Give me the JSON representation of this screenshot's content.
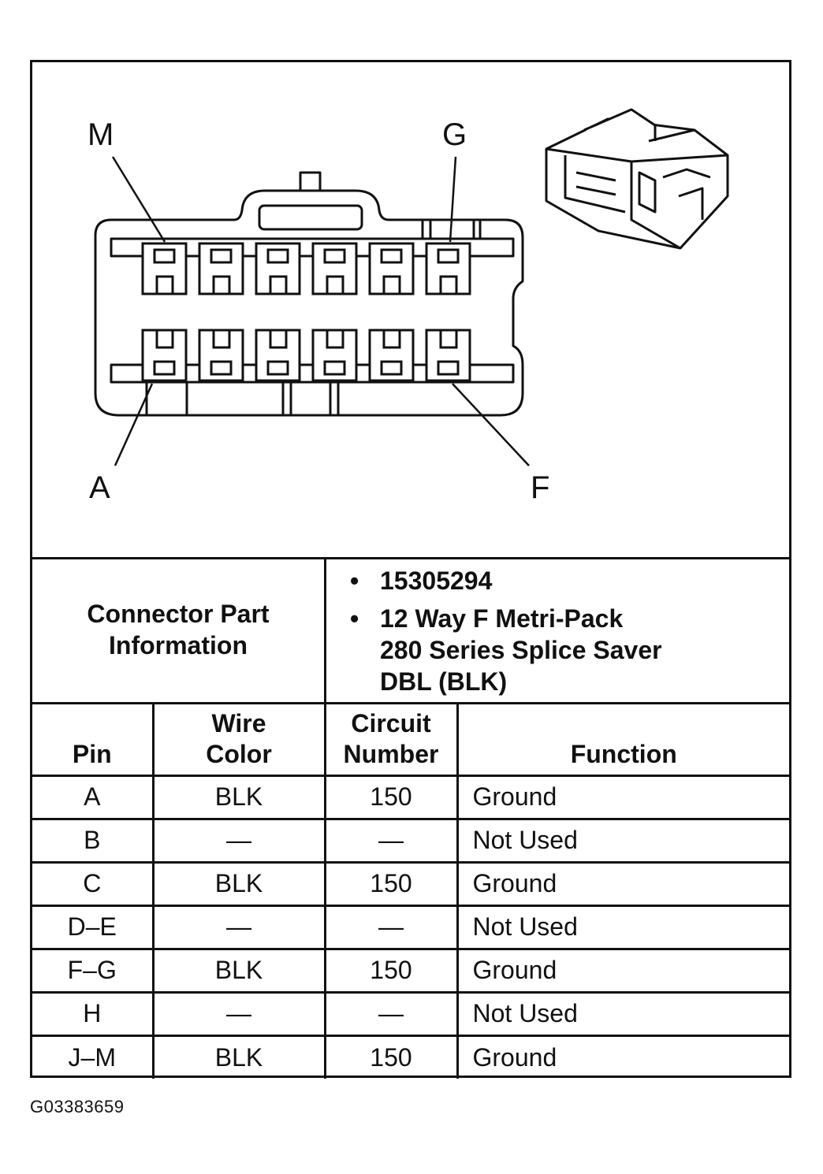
{
  "connector_view": {
    "labels": {
      "top_left": "M",
      "top_right": "G",
      "bottom_left": "A",
      "bottom_right": "F"
    }
  },
  "connector_info": {
    "label_line1": "Connector Part",
    "label_line2": "Information",
    "items": [
      {
        "bullet": "•",
        "text": "15305294"
      },
      {
        "bullet": "•",
        "line1": "12 Way F Metri-Pack",
        "line2": "280 Series Splice Saver",
        "line3": "DBL (BLK)"
      }
    ]
  },
  "pin_table": {
    "headers": {
      "pin": "Pin",
      "wire_color_line1": "Wire",
      "wire_color_line2": "Color",
      "circuit_line1": "Circuit",
      "circuit_line2": "Number",
      "function": "Function"
    },
    "rows": [
      {
        "pin": "A",
        "wire_color": "BLK",
        "circuit": "150",
        "function": "Ground"
      },
      {
        "pin": "B",
        "wire_color": "—",
        "circuit": "—",
        "function": "Not Used"
      },
      {
        "pin": "C",
        "wire_color": "BLK",
        "circuit": "150",
        "function": "Ground"
      },
      {
        "pin": "D–E",
        "wire_color": "—",
        "circuit": "—",
        "function": "Not Used"
      },
      {
        "pin": "F–G",
        "wire_color": "BLK",
        "circuit": "150",
        "function": "Ground"
      },
      {
        "pin": "H",
        "wire_color": "—",
        "circuit": "—",
        "function": "Not Used"
      },
      {
        "pin": "J–M",
        "wire_color": "BLK",
        "circuit": "150",
        "function": "Ground"
      }
    ]
  },
  "figure_code": "G03383659"
}
